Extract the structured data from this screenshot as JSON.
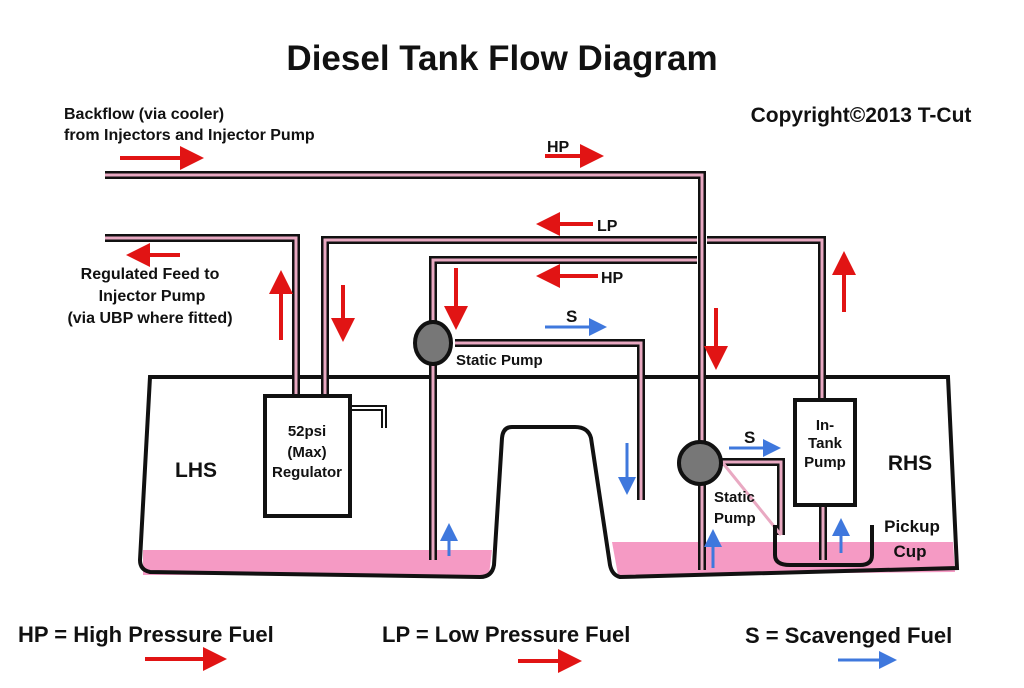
{
  "title": "Diesel Tank Flow Diagram",
  "copyright": "Copyright©2013 T-Cut",
  "labels": {
    "backflow_line1": "Backflow (via cooler)",
    "backflow_line2": "from Injectors and Injector Pump",
    "feed_line1": "Regulated Feed to",
    "feed_line2": "Injector Pump",
    "feed_line3": "(via UBP where fitted)",
    "hp_top": "HP",
    "lp_mid": "LP",
    "hp_mid": "HP",
    "s_mid": "S",
    "s_right": "S",
    "static_pump_left": "Static Pump",
    "static_pump_right_1": "Static",
    "static_pump_right_2": "Pump",
    "regulator_1": "52psi",
    "regulator_2": "(Max)",
    "regulator_3": "Regulator",
    "intank_1": "In-",
    "intank_2": "Tank",
    "intank_3": "Pump",
    "lhs": "LHS",
    "rhs": "RHS",
    "pickup_1": "Pickup",
    "pickup_2": "Cup"
  },
  "legend": [
    {
      "key": "HP = High Pressure Fuel",
      "color": "#e11414"
    },
    {
      "key": "LP = Low Pressure Fuel",
      "color": "#d01a1a"
    },
    {
      "key": "S = Scavenged Fuel",
      "color": "#3f78dd"
    }
  ],
  "colors": {
    "high_pressure": "#e11414",
    "scavenged": "#3f78dd",
    "fuel": "#f59ac4",
    "pipe": "#e9a9c2"
  }
}
